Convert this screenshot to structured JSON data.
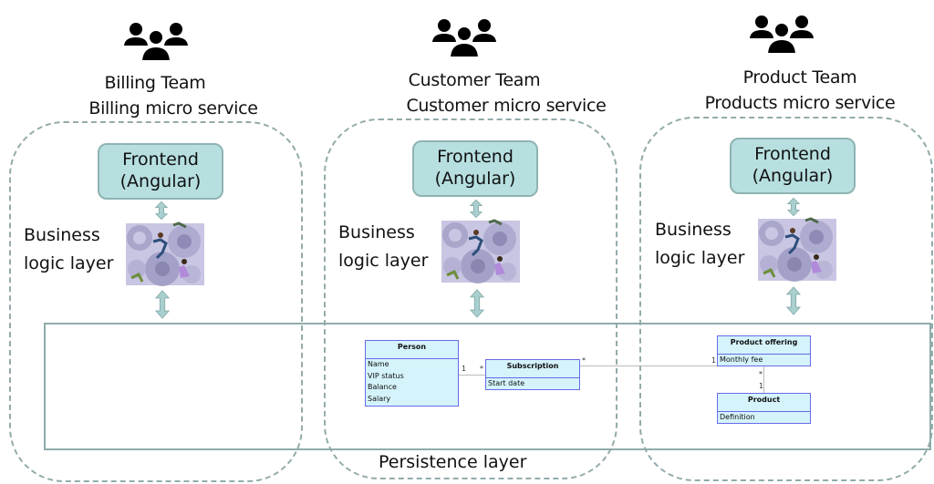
{
  "teams": [
    {
      "icon": "team-people-icon",
      "team_name": "Billing Team",
      "service_name": "Billing micro service",
      "frontend": {
        "line1": "Frontend",
        "line2": "(Angular)"
      },
      "business": {
        "line1": "Business",
        "line2": "logic layer",
        "image": "gears-people-image"
      }
    },
    {
      "icon": "team-people-icon",
      "team_name": "Customer Team",
      "service_name": "Customer micro service",
      "frontend": {
        "line1": "Frontend",
        "line2": "(Angular)"
      },
      "business": {
        "line1": "Business",
        "line2": "logic layer",
        "image": "gears-people-image"
      }
    },
    {
      "icon": "team-people-icon",
      "team_name": "Product Team",
      "service_name": "Products micro service",
      "frontend": {
        "line1": "Frontend",
        "line2": "(Angular)"
      },
      "business": {
        "line1": "Business",
        "line2": "logic layer",
        "image": "gears-people-image"
      }
    }
  ],
  "persistence": {
    "label": "Persistence layer",
    "classes": {
      "person": {
        "name": "Person",
        "attributes": [
          "Name",
          "VIP status",
          "Balance",
          "Salary"
        ]
      },
      "subscription": {
        "name": "Subscription",
        "attributes": [
          "Start date"
        ]
      },
      "product_offering": {
        "name": "Product offering",
        "attributes": [
          "Monthly fee"
        ]
      },
      "product": {
        "name": "Product",
        "attributes": [
          "Definition"
        ]
      }
    },
    "associations": [
      {
        "from": "Person",
        "from_mult": "1",
        "to": "Subscription",
        "to_mult": "*"
      },
      {
        "from": "Subscription",
        "from_mult": "*",
        "to": "Product offering",
        "to_mult": "1"
      },
      {
        "from": "Product offering",
        "from_mult": "*",
        "to": "Product",
        "to_mult": "1"
      }
    ]
  },
  "colors": {
    "frontend_fill": "#b7dfe0",
    "dashed_border": "#93abab",
    "uml_fill": "#d4f3fb",
    "uml_border": "#6a6ae8"
  }
}
